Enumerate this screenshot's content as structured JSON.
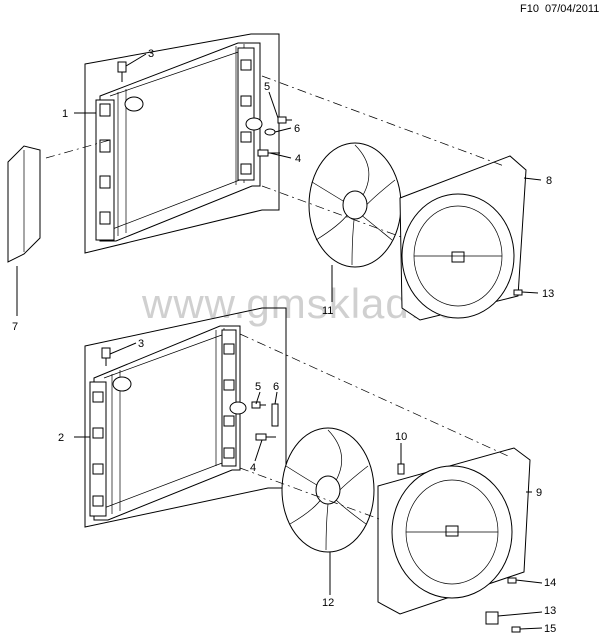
{
  "header": {
    "page_code": "F10",
    "date": "07/04/2011"
  },
  "watermark": "www.gmsklad.ru",
  "callouts": {
    "upper_1": "1",
    "upper_3": "3",
    "upper_4": "4",
    "upper_5": "5",
    "upper_6": "6",
    "upper_7": "7",
    "upper_8": "8",
    "upper_11": "11",
    "upper_13": "13",
    "lower_2": "2",
    "lower_3": "3",
    "lower_4": "4",
    "lower_5": "5",
    "lower_6": "6",
    "lower_9": "9",
    "lower_10": "10",
    "lower_12": "12",
    "lower_13": "13",
    "lower_14": "14",
    "lower_15": "15"
  }
}
